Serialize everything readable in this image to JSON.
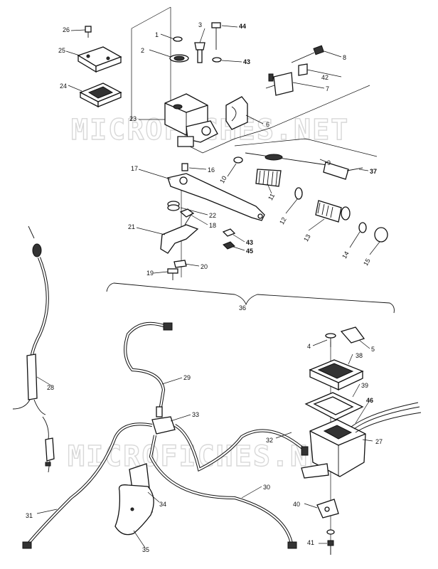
{
  "watermark": "MICROFICHES.NET",
  "callouts": {
    "c1": "1",
    "c2": "2",
    "c3": "3",
    "c4": "4",
    "c5": "5",
    "c6": "6",
    "c7": "7",
    "c8": "8",
    "c9": "9",
    "c10": "10",
    "c11": "11",
    "c12": "12",
    "c13": "13",
    "c14": "14",
    "c15": "15",
    "c16": "16",
    "c17": "17",
    "c18": "18",
    "c19": "19",
    "c20": "20",
    "c21": "21",
    "c22": "22",
    "c23": "23",
    "c24": "24",
    "c25": "25",
    "c26": "26",
    "c27": "27",
    "c28": "28",
    "c29": "29",
    "c30": "30",
    "c31": "31",
    "c32": "32",
    "c33": "33",
    "c34": "34",
    "c35": "35",
    "c36": "36",
    "c37": "37",
    "c38": "38",
    "c39": "39",
    "c40": "40",
    "c41": "41",
    "c42": "42",
    "c43a": "43",
    "c43b": "43",
    "c44": "44",
    "c45": "45",
    "c46": "46"
  }
}
